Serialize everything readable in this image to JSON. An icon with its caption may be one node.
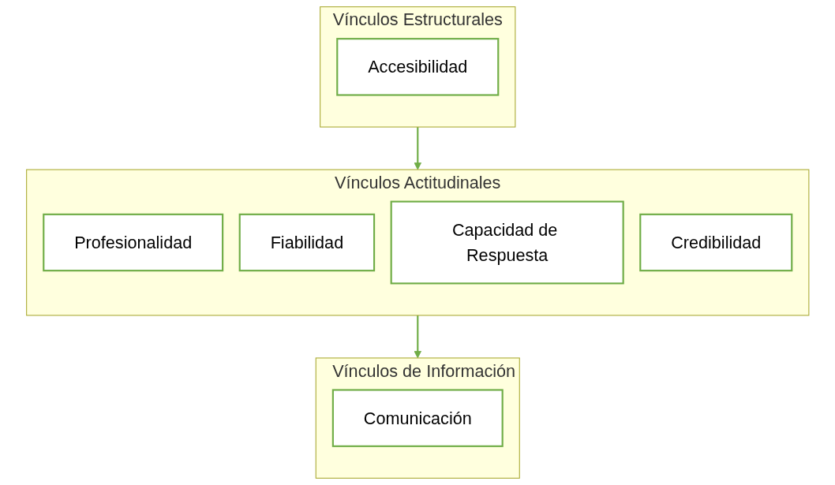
{
  "diagram": {
    "nodes": [
      {
        "text": [
          "Vínculos Estructurales"
        ]
      },
      {
        "text": [
          "Accesibilidad"
        ],
        "in": 0
      },
      {
        "text": [
          "Vínculos Actitudinales"
        ]
      },
      {
        "text": [
          "Profesionalidad"
        ],
        "in": 2
      },
      {
        "text": [
          "Fiabilidad"
        ],
        "in": 2
      },
      {
        "text": [
          "Capacidad de Respuesta"
        ],
        "in": 2
      },
      {
        "text": [
          "Credibilidad"
        ],
        "in": 2
      },
      {
        "text": [
          "Vínculos de Información"
        ]
      },
      {
        "text": [
          "Comunicación"
        ],
        "in": 7
      }
    ],
    "edges": [
      {
        "from": 0,
        "to": 2,
        "arrow": "to"
      },
      {
        "from": 2,
        "to": 7,
        "arrow": "to"
      }
    ]
  }
}
